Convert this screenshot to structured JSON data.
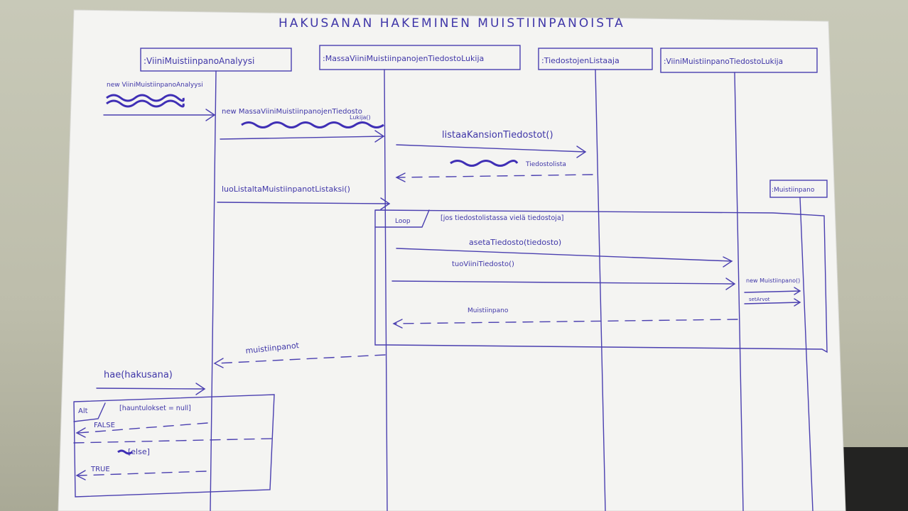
{
  "title": "HAKUSANAN HAKEMINEN MUISTIINPANOISTA",
  "participants": [
    ":ViiniMuistiinpanoAnalyysi",
    ":MassaViiniMuistiinpanojenTiedostoLukija",
    ":TiedostojenListaaja",
    ":ViiniMuistiinpanoTiedostoLukija",
    ":Muistiinpano"
  ],
  "messages": {
    "create_analyysi": "new ViiniMuistiinpanoAnalyysi",
    "create_massa": "new MassaViiniMuistiinpanojenTiedosto",
    "create_massa_2": "Lukija()",
    "listaa": "listaaKansionTiedostot()",
    "tiedostolista": "Tiedostolista",
    "luo": "luoListaltaMuistiinpanotListaksi()",
    "loop_tag": "Loop",
    "loop_guard": "[jos tiedostolistassa vielä tiedostoja]",
    "aseta": "asetaTiedosto(tiedosto)",
    "tuo": "tuoViiniTiedosto()",
    "new_muistiinpano": "new Muistiinpano()",
    "set_arvot": "setArvot",
    "muistiinpano_return": "Muistiinpano",
    "muistiinpanot_return": "muistiinpanot",
    "hae": "hae(hakusana)",
    "alt_tag": "Alt",
    "alt_guard": "[hauntulokset = null]",
    "false_return": "FALSE",
    "else_guard": "[else]",
    "true_return": "TRUE"
  }
}
